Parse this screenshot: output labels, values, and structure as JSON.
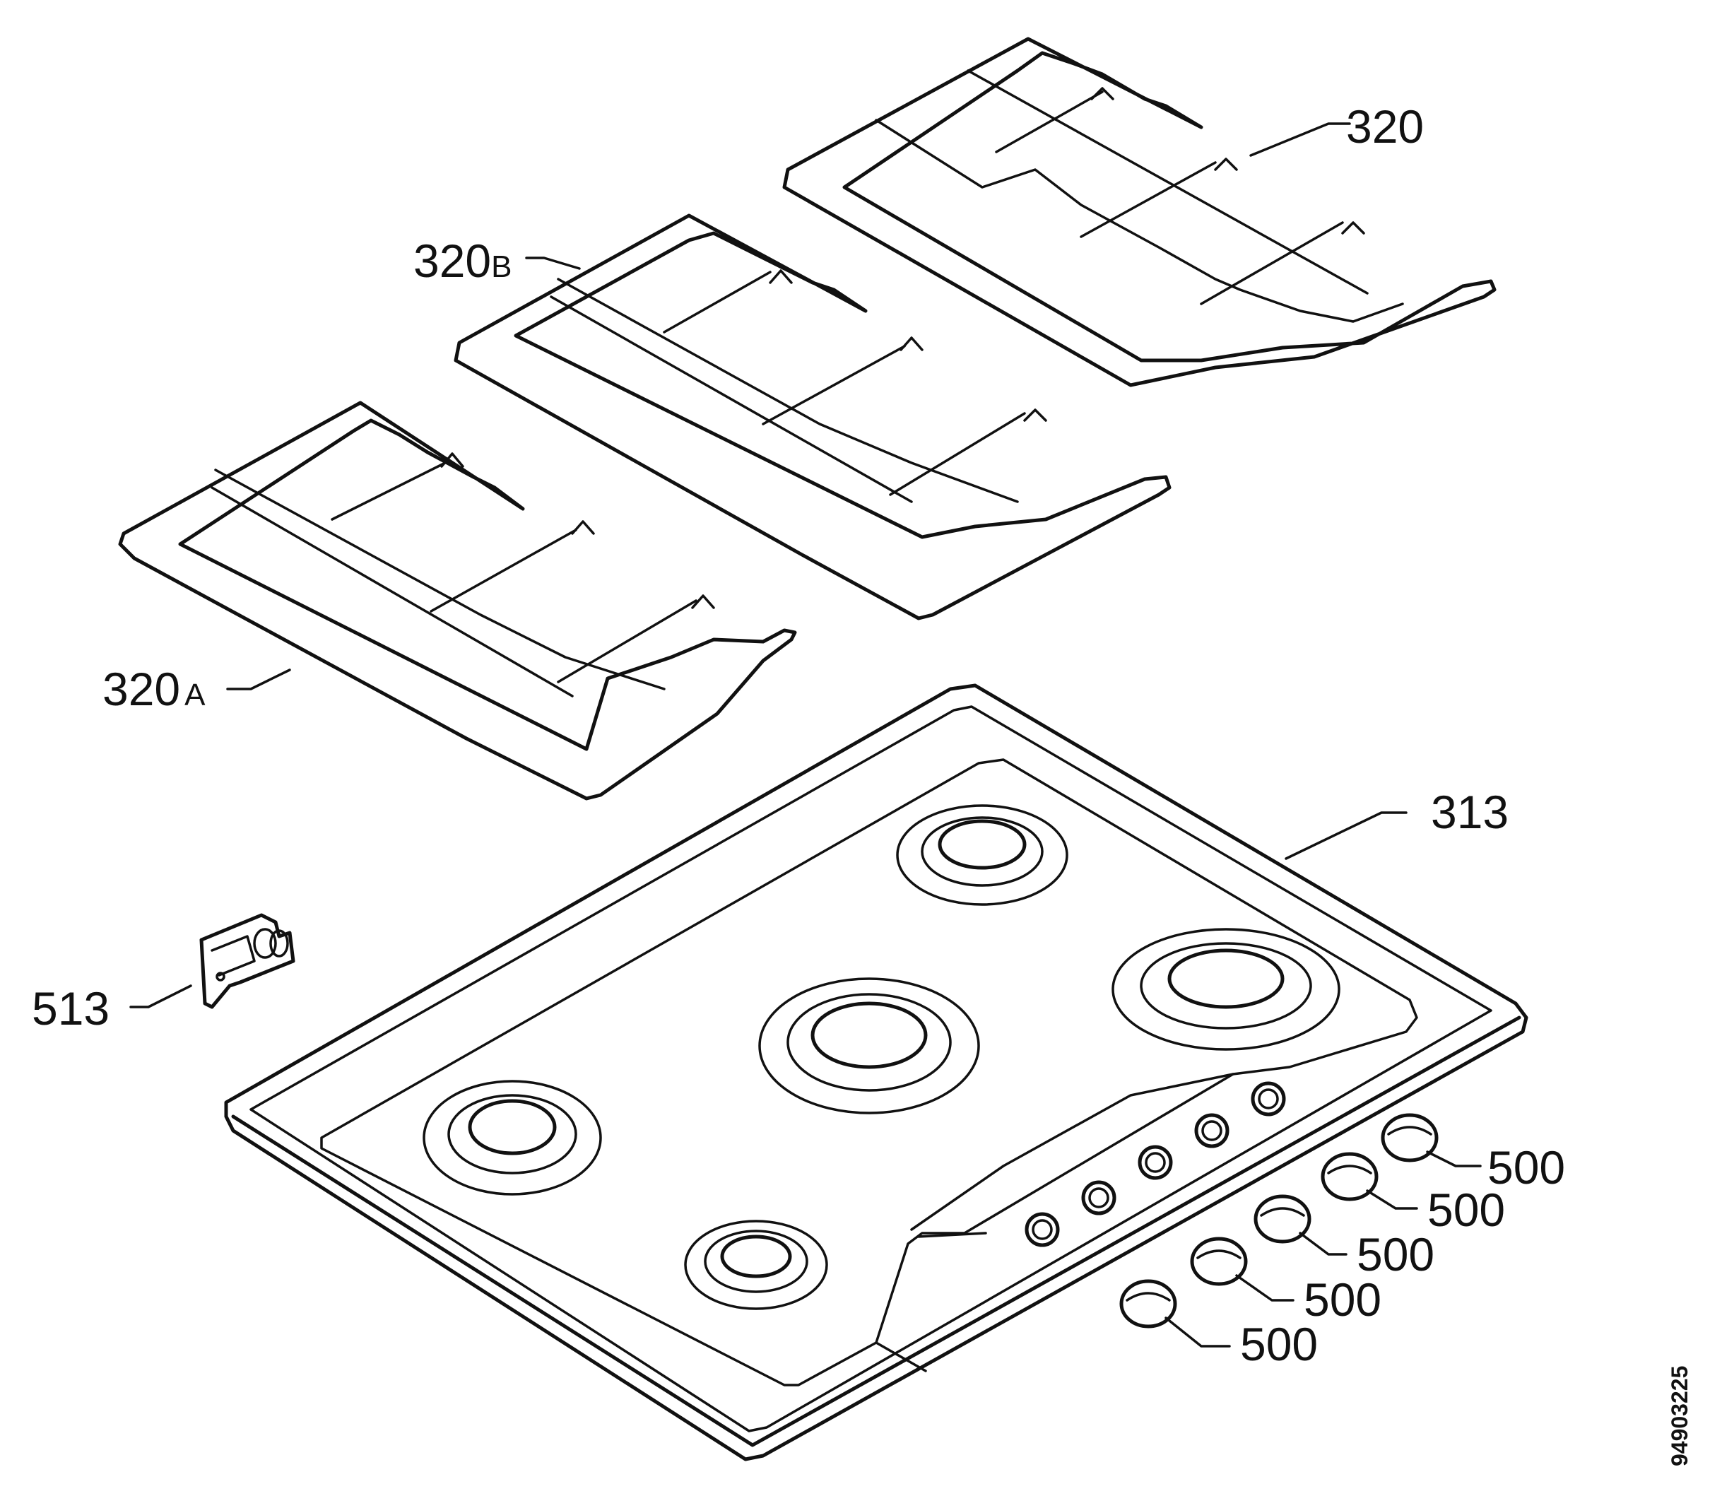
{
  "labels": {
    "grid_rear": "320",
    "grid_middle": "320",
    "grid_middle_suffix": "B",
    "grid_front": "320",
    "grid_front_suffix": "A",
    "hob_top": "313",
    "bracket": "513",
    "knob_1": "500",
    "knob_2": "500",
    "knob_3": "500",
    "knob_4": "500",
    "knob_5": "500"
  },
  "document_number": "94903225"
}
